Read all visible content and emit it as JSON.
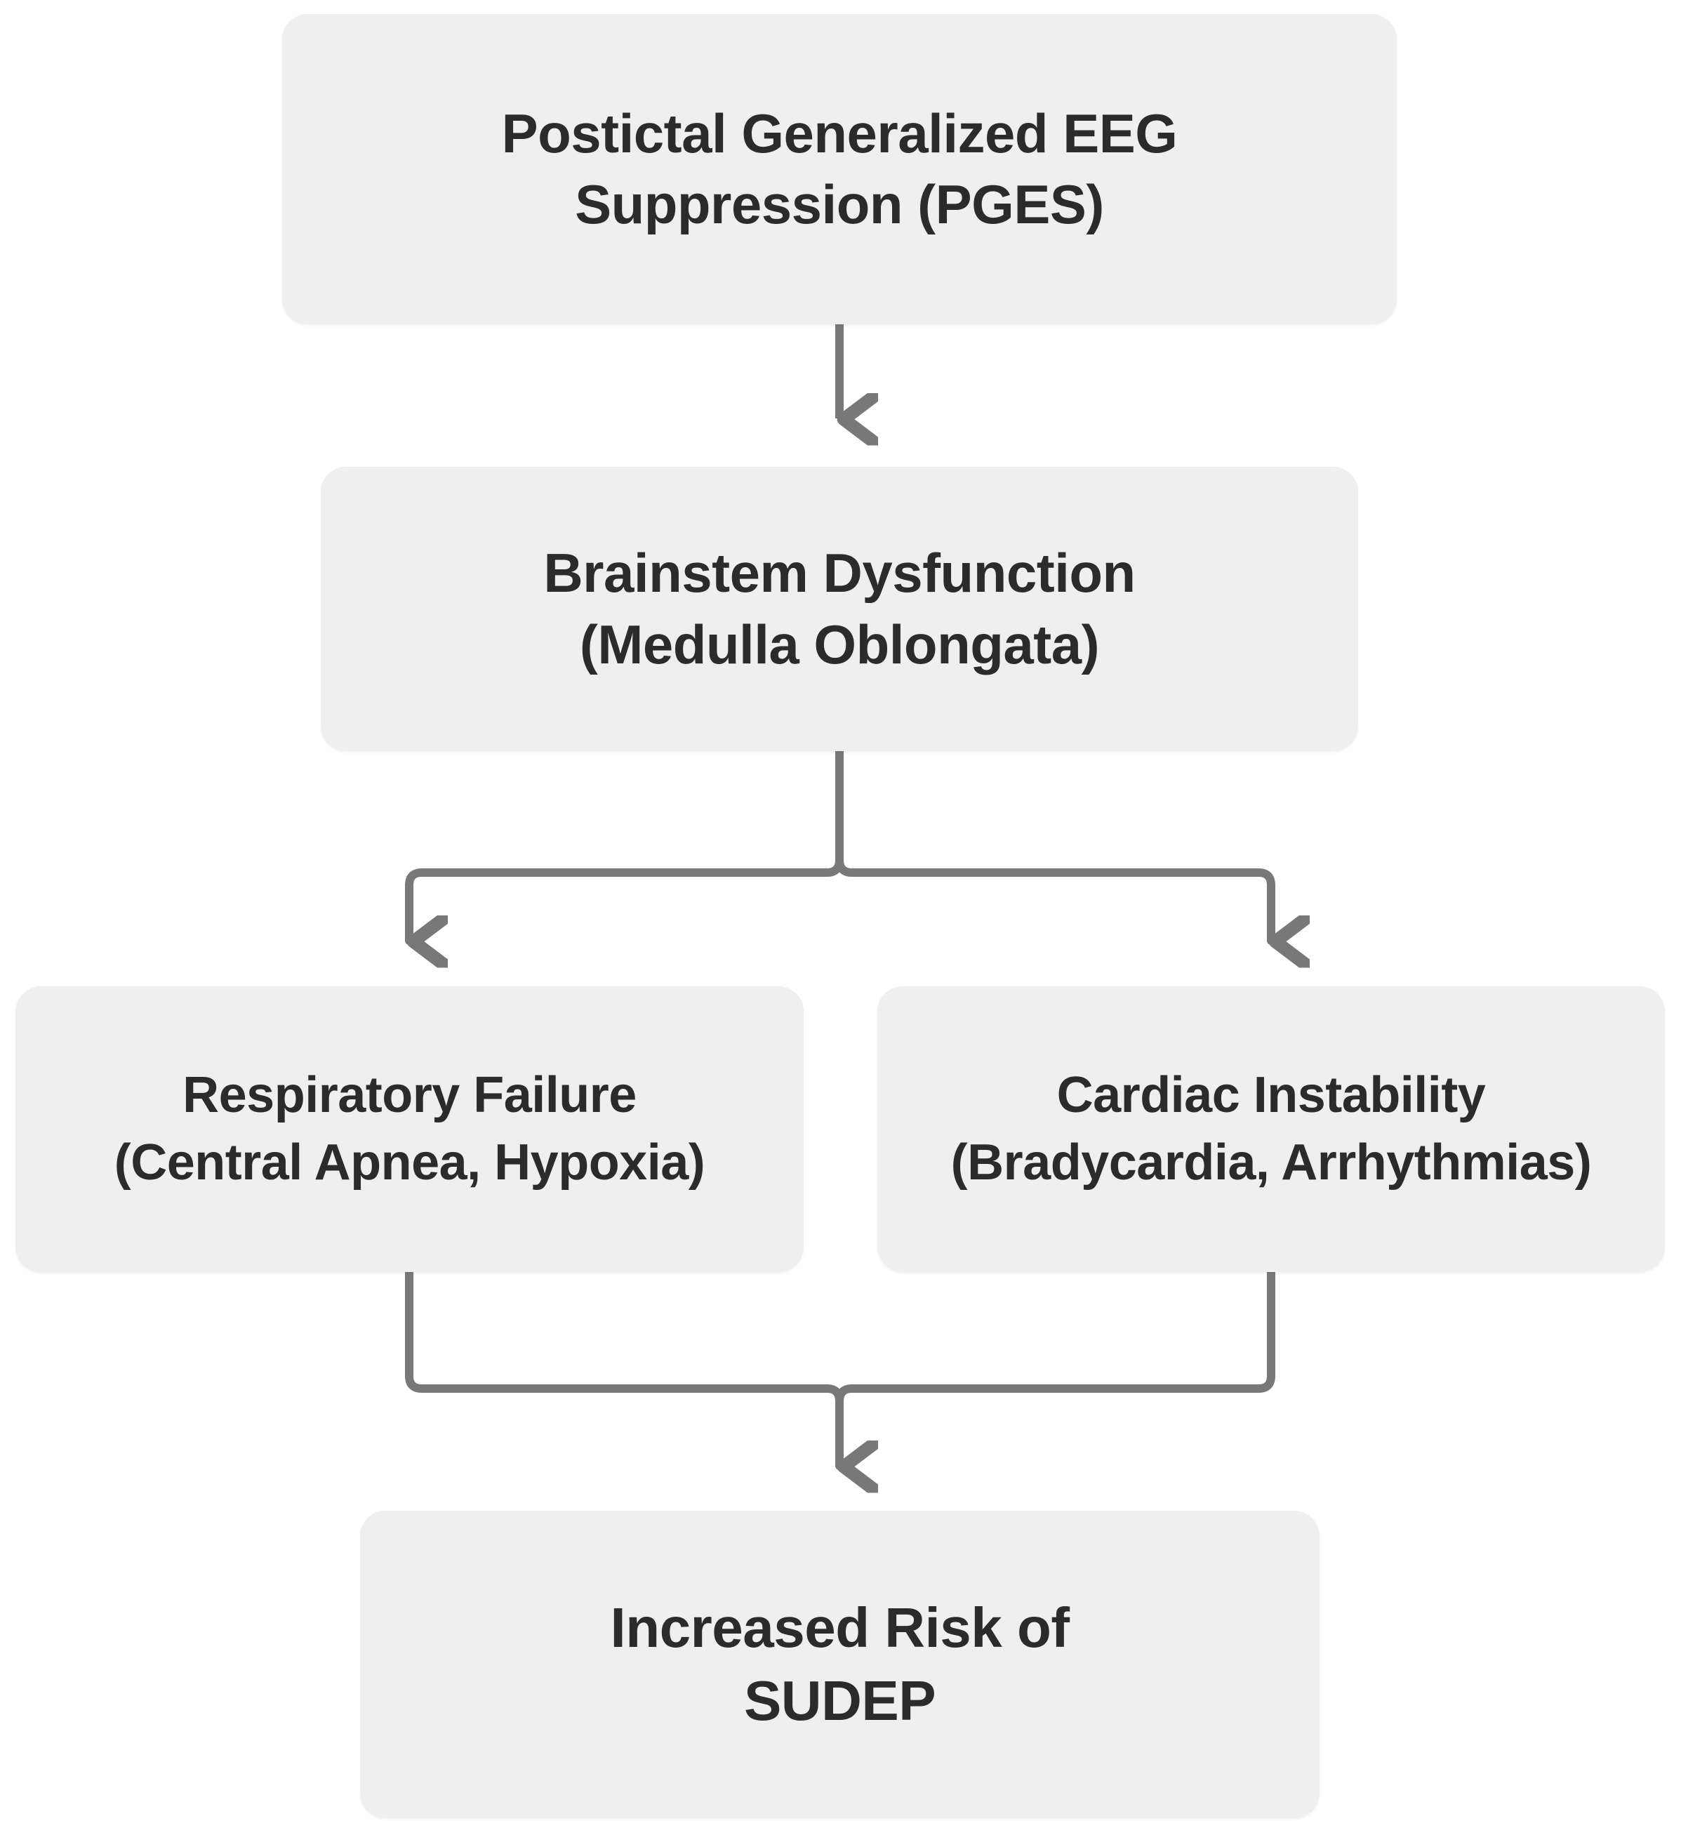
{
  "diagram": {
    "type": "flowchart",
    "orientation": "top-to-bottom",
    "background_color": "#ffffff",
    "node_fill_color": "#efefef",
    "node_text_color": "#2b2b2b",
    "edge_color": "#787878",
    "nodes": [
      {
        "id": "pges",
        "line1": "Postictal Generalized EEG",
        "line2": "Suppression (PGES)"
      },
      {
        "id": "brainstem",
        "line1": "Brainstem Dysfunction",
        "line2": "(Medulla Oblongata)"
      },
      {
        "id": "respiratory",
        "line1": "Respiratory Failure",
        "line2": "(Central Apnea, Hypoxia)"
      },
      {
        "id": "cardiac",
        "line1": "Cardiac Instability",
        "line2": "(Bradycardia, Arrhythmias)"
      },
      {
        "id": "sudep",
        "line1": "Increased Risk of",
        "line2": "SUDEP"
      }
    ],
    "edges": [
      {
        "from": "pges",
        "to": "brainstem"
      },
      {
        "from": "brainstem",
        "to": "respiratory"
      },
      {
        "from": "brainstem",
        "to": "cardiac"
      },
      {
        "from": "respiratory",
        "to": "sudep"
      },
      {
        "from": "cardiac",
        "to": "sudep"
      }
    ]
  }
}
